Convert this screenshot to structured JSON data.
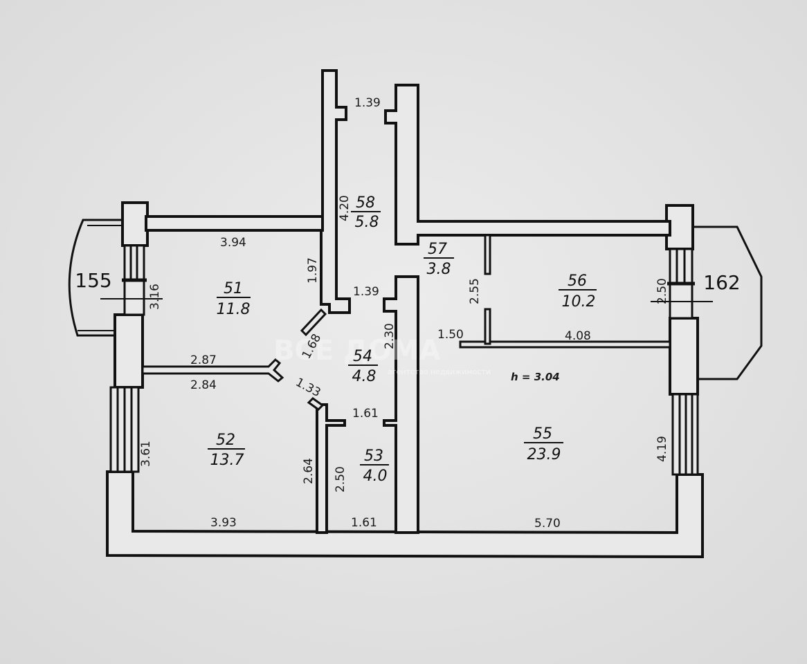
{
  "plan": {
    "rooms": [
      {
        "number": "51",
        "area": "11.8"
      },
      {
        "number": "52",
        "area": "13.7"
      },
      {
        "number": "53",
        "area": "4.0"
      },
      {
        "number": "54",
        "area": "4.8"
      },
      {
        "number": "55",
        "area": "23.9"
      },
      {
        "number": "56",
        "area": "10.2"
      },
      {
        "number": "57",
        "area": "3.8"
      },
      {
        "number": "58",
        "area": "5.8"
      }
    ],
    "balconies": [
      "155",
      "162"
    ],
    "height_note": "h = 3.04",
    "dimensions": {
      "d139_top": "1.39",
      "d420": "4.20",
      "d394": "3.94",
      "d197": "1.97",
      "d316": "3.16",
      "d139_mid": "1.39",
      "d168": "1.68",
      "d230": "2.30",
      "d287": "2.87",
      "d284": "2.84",
      "d133": "1.33",
      "d161_mid": "1.61",
      "d361": "3.61",
      "d264": "2.64",
      "d250_53": "2.50",
      "d393": "3.93",
      "d161_bot": "1.61",
      "d255": "2.55",
      "d150": "1.50",
      "d408": "4.08",
      "d250_56": "2.50",
      "d419": "4.19",
      "d570": "5.70"
    },
    "watermark": {
      "brand": "ВСЕ ДОМА",
      "tagline": "агентство недвижимости"
    }
  }
}
